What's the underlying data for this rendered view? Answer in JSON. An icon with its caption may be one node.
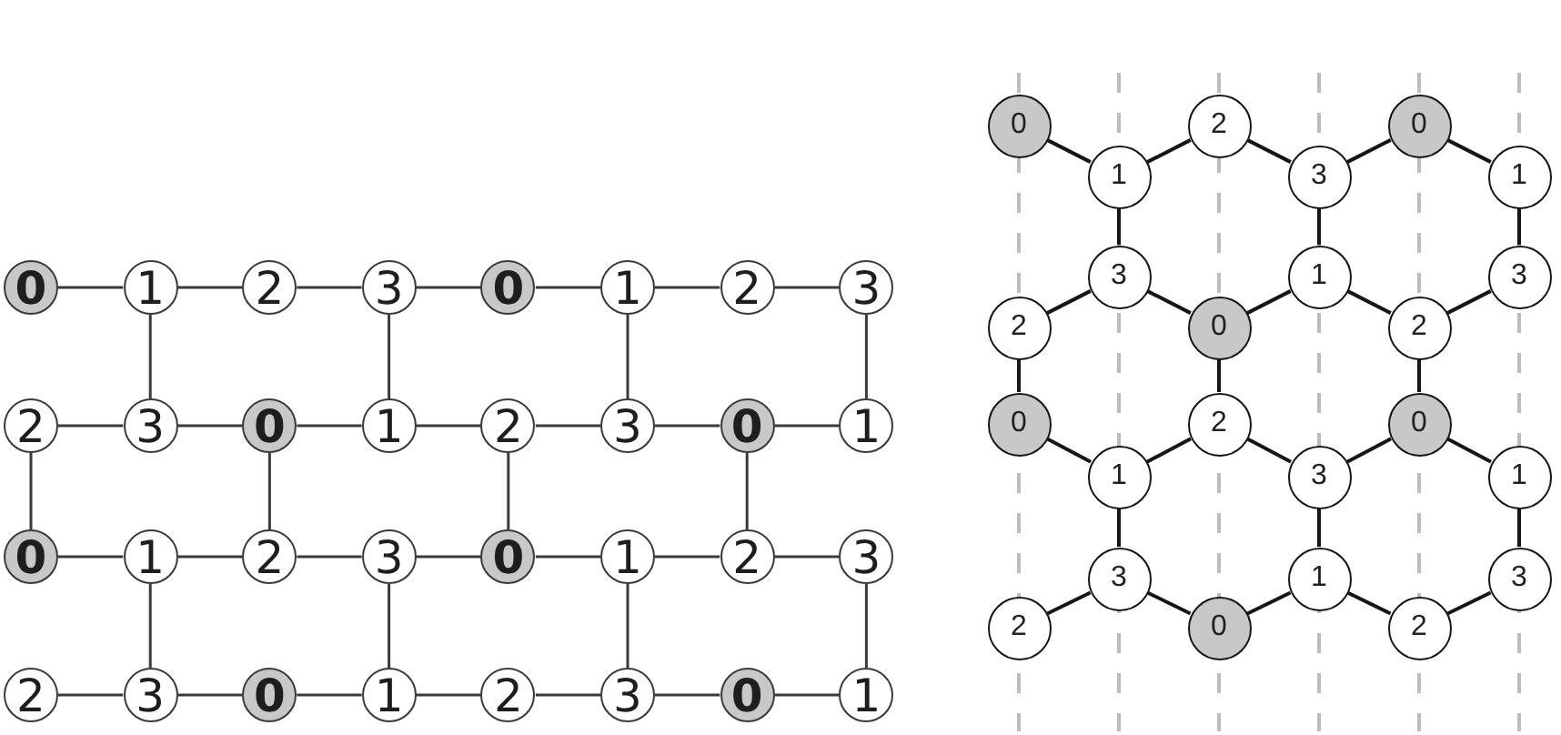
{
  "diagram": {
    "nodes": [
      {
        "text": [
          "0"
        ]
      },
      {
        "text": [
          "1"
        ]
      },
      {
        "text": [
          "2"
        ]
      },
      {
        "text": [
          "3"
        ]
      },
      {
        "text": [
          "0"
        ]
      },
      {
        "text": [
          "1"
        ]
      },
      {
        "text": [
          "2"
        ]
      },
      {
        "text": [
          "3"
        ]
      },
      {
        "text": [
          "2"
        ]
      },
      {
        "text": [
          "3"
        ]
      },
      {
        "text": [
          "0"
        ]
      },
      {
        "text": [
          "1"
        ]
      },
      {
        "text": [
          "2"
        ]
      },
      {
        "text": [
          "3"
        ]
      },
      {
        "text": [
          "0"
        ]
      },
      {
        "text": [
          "1"
        ]
      },
      {
        "text": [
          "0"
        ]
      },
      {
        "text": [
          "1"
        ]
      },
      {
        "text": [
          "2"
        ]
      },
      {
        "text": [
          "3"
        ]
      },
      {
        "text": [
          "0"
        ]
      },
      {
        "text": [
          "1"
        ]
      },
      {
        "text": [
          "2"
        ]
      },
      {
        "text": [
          "3"
        ]
      },
      {
        "text": [
          "2"
        ]
      },
      {
        "text": [
          "3"
        ]
      },
      {
        "text": [
          "0"
        ]
      },
      {
        "text": [
          "1"
        ]
      },
      {
        "text": [
          "2"
        ]
      },
      {
        "text": [
          "3"
        ]
      },
      {
        "text": [
          "0"
        ]
      },
      {
        "text": [
          "1"
        ]
      },
      {
        "text": [
          "0"
        ]
      },
      {
        "text": [
          "2"
        ]
      },
      {
        "text": [
          "0"
        ]
      },
      {
        "text": [
          "1"
        ]
      },
      {
        "text": [
          "3"
        ]
      },
      {
        "text": [
          "1"
        ]
      },
      {
        "text": [
          "3"
        ]
      },
      {
        "text": [
          "1"
        ]
      },
      {
        "text": [
          "3"
        ]
      },
      {
        "text": [
          "2"
        ]
      },
      {
        "text": [
          "0"
        ]
      },
      {
        "text": [
          "2"
        ]
      },
      {
        "text": [
          "0"
        ]
      },
      {
        "text": [
          "2"
        ]
      },
      {
        "text": [
          "0"
        ]
      },
      {
        "text": [
          "1"
        ]
      },
      {
        "text": [
          "3"
        ]
      },
      {
        "text": [
          "1"
        ]
      },
      {
        "text": [
          "3"
        ]
      },
      {
        "text": [
          "1"
        ]
      },
      {
        "text": [
          "3"
        ]
      },
      {
        "text": [
          "2"
        ]
      },
      {
        "text": [
          "0"
        ]
      },
      {
        "text": [
          "2"
        ]
      }
    ],
    "edges": [
      {
        "from": 0,
        "to": 1,
        "arrow": "none"
      },
      {
        "from": 1,
        "to": 2,
        "arrow": "none"
      },
      {
        "from": 2,
        "to": 3,
        "arrow": "none"
      },
      {
        "from": 3,
        "to": 4,
        "arrow": "none"
      },
      {
        "from": 4,
        "to": 5,
        "arrow": "none"
      },
      {
        "from": 5,
        "to": 6,
        "arrow": "none"
      },
      {
        "from": 6,
        "to": 7,
        "arrow": "none"
      },
      {
        "from": 1,
        "to": 9,
        "arrow": "none"
      },
      {
        "from": 3,
        "to": 11,
        "arrow": "none"
      },
      {
        "from": 5,
        "to": 13,
        "arrow": "none"
      },
      {
        "from": 7,
        "to": 15,
        "arrow": "none"
      },
      {
        "from": 8,
        "to": 9,
        "arrow": "none"
      },
      {
        "from": 9,
        "to": 10,
        "arrow": "none"
      },
      {
        "from": 10,
        "to": 11,
        "arrow": "none"
      },
      {
        "from": 11,
        "to": 12,
        "arrow": "none"
      },
      {
        "from": 12,
        "to": 13,
        "arrow": "none"
      },
      {
        "from": 13,
        "to": 14,
        "arrow": "none"
      },
      {
        "from": 14,
        "to": 15,
        "arrow": "none"
      },
      {
        "from": 8,
        "to": 16,
        "arrow": "none"
      },
      {
        "from": 10,
        "to": 18,
        "arrow": "none"
      },
      {
        "from": 12,
        "to": 20,
        "arrow": "none"
      },
      {
        "from": 14,
        "to": 22,
        "arrow": "none"
      },
      {
        "from": 16,
        "to": 17,
        "arrow": "none"
      },
      {
        "from": 17,
        "to": 18,
        "arrow": "none"
      },
      {
        "from": 18,
        "to": 19,
        "arrow": "none"
      },
      {
        "from": 19,
        "to": 20,
        "arrow": "none"
      },
      {
        "from": 20,
        "to": 21,
        "arrow": "none"
      },
      {
        "from": 21,
        "to": 22,
        "arrow": "none"
      },
      {
        "from": 22,
        "to": 23,
        "arrow": "none"
      },
      {
        "from": 17,
        "to": 25,
        "arrow": "none"
      },
      {
        "from": 19,
        "to": 27,
        "arrow": "none"
      },
      {
        "from": 21,
        "to": 29,
        "arrow": "none"
      },
      {
        "from": 23,
        "to": 31,
        "arrow": "none"
      },
      {
        "from": 24,
        "to": 25,
        "arrow": "none"
      },
      {
        "from": 25,
        "to": 26,
        "arrow": "none"
      },
      {
        "from": 26,
        "to": 27,
        "arrow": "none"
      },
      {
        "from": 27,
        "to": 28,
        "arrow": "none"
      },
      {
        "from": 28,
        "to": 29,
        "arrow": "none"
      },
      {
        "from": 29,
        "to": 30,
        "arrow": "none"
      },
      {
        "from": 30,
        "to": 31,
        "arrow": "none"
      },
      {
        "from": 32,
        "to": 35,
        "arrow": "none"
      },
      {
        "from": 35,
        "to": 33,
        "arrow": "none"
      },
      {
        "from": 33,
        "to": 36,
        "arrow": "none"
      },
      {
        "from": 36,
        "to": 34,
        "arrow": "none"
      },
      {
        "from": 34,
        "to": 37,
        "arrow": "none"
      },
      {
        "from": 35,
        "to": 38,
        "arrow": "none"
      },
      {
        "from": 36,
        "to": 39,
        "arrow": "none"
      },
      {
        "from": 37,
        "to": 40,
        "arrow": "none"
      },
      {
        "from": 41,
        "to": 38,
        "arrow": "none"
      },
      {
        "from": 38,
        "to": 42,
        "arrow": "none"
      },
      {
        "from": 42,
        "to": 39,
        "arrow": "none"
      },
      {
        "from": 39,
        "to": 43,
        "arrow": "none"
      },
      {
        "from": 43,
        "to": 40,
        "arrow": "none"
      },
      {
        "from": 41,
        "to": 44,
        "arrow": "none"
      },
      {
        "from": 42,
        "to": 45,
        "arrow": "none"
      },
      {
        "from": 43,
        "to": 46,
        "arrow": "none"
      },
      {
        "from": 44,
        "to": 47,
        "arrow": "none"
      },
      {
        "from": 47,
        "to": 45,
        "arrow": "none"
      },
      {
        "from": 45,
        "to": 48,
        "arrow": "none"
      },
      {
        "from": 48,
        "to": 46,
        "arrow": "none"
      },
      {
        "from": 46,
        "to": 49,
        "arrow": "none"
      },
      {
        "from": 47,
        "to": 50,
        "arrow": "none"
      },
      {
        "from": 48,
        "to": 51,
        "arrow": "none"
      },
      {
        "from": 49,
        "to": 52,
        "arrow": "none"
      },
      {
        "from": 53,
        "to": 50,
        "arrow": "none"
      },
      {
        "from": 50,
        "to": 54,
        "arrow": "none"
      },
      {
        "from": 54,
        "to": 51,
        "arrow": "none"
      },
      {
        "from": 51,
        "to": 55,
        "arrow": "none"
      },
      {
        "from": 55,
        "to": 52,
        "arrow": "none"
      }
    ]
  }
}
